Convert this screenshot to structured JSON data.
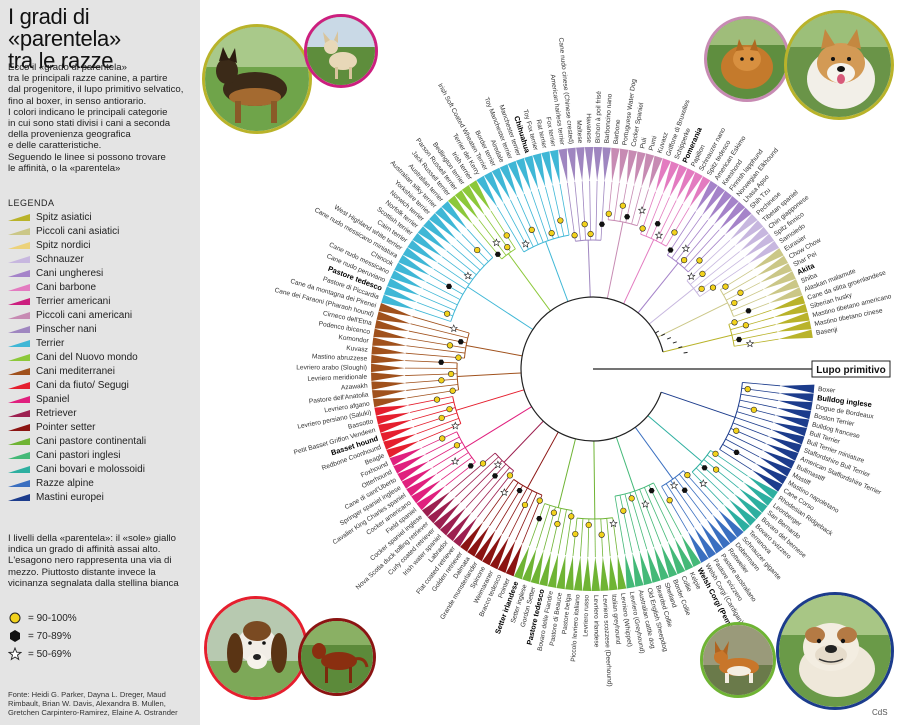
{
  "title": [
    "I gradi di «parentela»",
    "tra le razze"
  ],
  "intro": [
    "Ecco il «grado di parentela»",
    "tra le principali razze canine, a partire",
    "dal progenitore, il lupo primitivo selvatico,",
    "fino al boxer, in senso antiorario.",
    "I colori indicano le principali categorie",
    "in cui sono stati divisi i cani a seconda",
    "della provenienza geografica",
    "e delle caratteristiche.",
    "Seguendo le linee si possono trovare",
    "le affinità, o la «parentela»"
  ],
  "legend_title": "LEGENDA",
  "legend": [
    {
      "label": "Spitz asiatici",
      "color": "#b9b32a"
    },
    {
      "label": "Piccoli cani asiatici",
      "color": "#cbc787"
    },
    {
      "label": "Spitz nordici",
      "color": "#ecd27a"
    },
    {
      "label": "Schnauzer",
      "color": "#c7b7df"
    },
    {
      "label": "Cani ungheresi",
      "color": "#a583c9"
    },
    {
      "label": "Cani barbone",
      "color": "#e37bc0"
    },
    {
      "label": "Terrier americani",
      "color": "#cc1f7f"
    },
    {
      "label": "Piccoli cani americani",
      "color": "#c78bb3"
    },
    {
      "label": "Pinscher nani",
      "color": "#9f86c0"
    },
    {
      "label": "Terrier",
      "color": "#3fb7d6"
    },
    {
      "label": "Cani del Nuovo mondo",
      "color": "#8cc83a"
    },
    {
      "label": "Cani mediterranei",
      "color": "#a0511c"
    },
    {
      "label": "Cani da fiuto/ Segugi",
      "color": "#e51f2e"
    },
    {
      "label": "Spaniel",
      "color": "#e0207e"
    },
    {
      "label": "Retriever",
      "color": "#9c2050"
    },
    {
      "label": "Pointer setter",
      "color": "#8b1412"
    },
    {
      "label": "Cani pastore continentali",
      "color": "#6fb434"
    },
    {
      "label": "Cani pastori inglesi",
      "color": "#44b978"
    },
    {
      "label": "Cani bovari e molossoidi",
      "color": "#2dafa0"
    },
    {
      "label": "Razze alpine",
      "color": "#3a6fc0"
    },
    {
      "label": "Mastini europei",
      "color": "#1c3c8c"
    }
  ],
  "levels_text": [
    "I livelli della «parentela»: il «sole» giallo",
    "indica un grado di affinità assai alto.",
    "L'esagono nero rappresenta una via di",
    "mezzo. Piuttosto distante invece la",
    "vicinanza segnalata dalla stellina bianca"
  ],
  "keys": [
    {
      "label": "= 90-100%",
      "icon": "yellow-sun"
    },
    {
      "label": "= 70-89%",
      "icon": "black-hexagon"
    },
    {
      "label": "= 50-69%",
      "icon": "white-star"
    }
  ],
  "source": [
    "Fonte: Heidi G. Parker, Dayna L. Dreger, Maud",
    "Rimbault, Brian W. Davis, Alexandra B. Mullen,",
    "Gretchen Carpintero-Ramirez, Elaine A. Ostrander"
  ],
  "credit": "CdS",
  "root_label": "Lupo primitivo",
  "highlighted": [
    "Chihuahua",
    "Pomerania",
    "Akita",
    "Bulldog inglese",
    "Welsh Corgi (Pembroke)",
    "Setter irlandese",
    "Basset hound",
    "Pastore tedesco"
  ],
  "breeds": [
    "Boxer",
    "Bulldog inglese",
    "Dogue de Bordeaux",
    "Boston Terrier",
    "Bulldog francese",
    "Bull Terrier",
    "Bull Terrier miniature",
    "Staffordshire Bull Terrier",
    "American Staffordshire Terrier",
    "Bullmastiff",
    "Mastiff",
    "Mastino napoletano",
    "Cane Corso",
    "Rhodesian Ridgeback",
    "Leonberger",
    "San Bernardo",
    "Bovaro del bernese",
    "Bovaro svizzero",
    "Terranova",
    "Schnauzer gigante",
    "Dobermann",
    "Rottweiler",
    "Pastore australiano",
    "Pastore svizzero",
    "Welsh Corgi (Cardigan)",
    "Welsh Corgi (Pembroke)",
    "Kelpie",
    "Collie",
    "Border Collie",
    "Shetland",
    "Bearded Collie",
    "Old English Sheepdog",
    "Australian cattle dog",
    "Levriero (Greyhound)",
    "Levriero (Whippet)",
    "Italian greyhound",
    "Levriero scozzese (Deerhound)",
    "Levriero irlandese",
    "Levriero russo",
    "Piccolo levriero italiano",
    "Pastore belga",
    "Pastore di Beauce",
    "Bovaro delle Fiandre",
    "Pastore tedesco",
    "Gordon Setter",
    "Setter inglese",
    "Setter irlandese",
    "Pointer",
    "Bracco tedesco",
    "Weimaraner",
    "Spinone",
    "Grande munsterlander",
    "Dalmata",
    "Golden retriever",
    "Flat coated retriever",
    "Labrador",
    "Irish water spaniel",
    "Curly coated retriever",
    "Nova Scotia duck tolling retriever",
    "Cocker spaniel inglese",
    "Field spaniel",
    "Cocker americano",
    "Cavalier King Charles spaniel",
    "Springer spaniel inglese",
    "Cane di sant'Uberto",
    "Otterhound",
    "Foxhound",
    "Beagle",
    "Redbone Coonhound",
    "Basset hound",
    "Petit Basset Griffon Vendeen",
    "Bassotto",
    "Levriero persiano (Saluki)",
    "Levriero afgano",
    "Pastore dell'Anatolia",
    "Azawakh",
    "Levriero meridionale",
    "Levriero arabo (Sloughi)",
    "Mastino abruzzese",
    "Kuvasz",
    "Komondor",
    "Podenco ibicenco",
    "Cirneco dell'Etna",
    "Cane dei Faraoni (Pharaoh hound)",
    "Cane da montagna dei Pirenei",
    "Pastore di Piccardia",
    "Pastore tedesco",
    "Cane nudo peruviano",
    "Cane nudo messicano",
    "Chinook",
    "Cane nudo messicano miniatura",
    "West Highland white terrier",
    "Cairn terrier",
    "Scottish terrier",
    "Norfolk terrier",
    "Norwich terrier",
    "Yorkshire terrier",
    "Australian silky terrier",
    "Australian terrier",
    "Jack Russell terrier",
    "Parson Russell terrier",
    "Bedlington terrier",
    "Irish terrier",
    "Terrier del Kerry",
    "Irish Soft Coated Wheaten Terrier",
    "Border terrier",
    "Airedale",
    "Toy Manchester terrier",
    "Manchester terrier",
    "Chihuahua",
    "Toy Fox terrier",
    "Rat terrier",
    "Fox terrier",
    "American hairless terrier",
    "Cane nudo cinese (Chinese crested)",
    "Maltese",
    "Havanese",
    "Bichon à poil frisé",
    "Barboncino nano",
    "Barbone",
    "Portuguese Water Dog",
    "Cocker Spaniel",
    "Puli",
    "Pumi",
    "Kuvasz",
    "Griffone di Bruxelles",
    "Schipperke",
    "Pomerania",
    "Papillon",
    "Schnauzer nano",
    "Spitz tedesco",
    "American Eskimo",
    "Keeshond",
    "Finnish lapphund",
    "Norwegian Elkhound",
    "Lhasa Apso",
    "Shih Tzu",
    "Pechinese",
    "Tibetan spaniel",
    "Chin giapponese",
    "Spitz finnico",
    "Samoiedo",
    "Eurasier",
    "Chow Chow",
    "Shar Pei",
    "Akita",
    "Shiba",
    "Alaskan malamute",
    "Cane da slitta groenlandese",
    "Siberian husky",
    "Mastino tibetano americano",
    "Mastino tibetano cinese",
    "Basenji"
  ]
}
